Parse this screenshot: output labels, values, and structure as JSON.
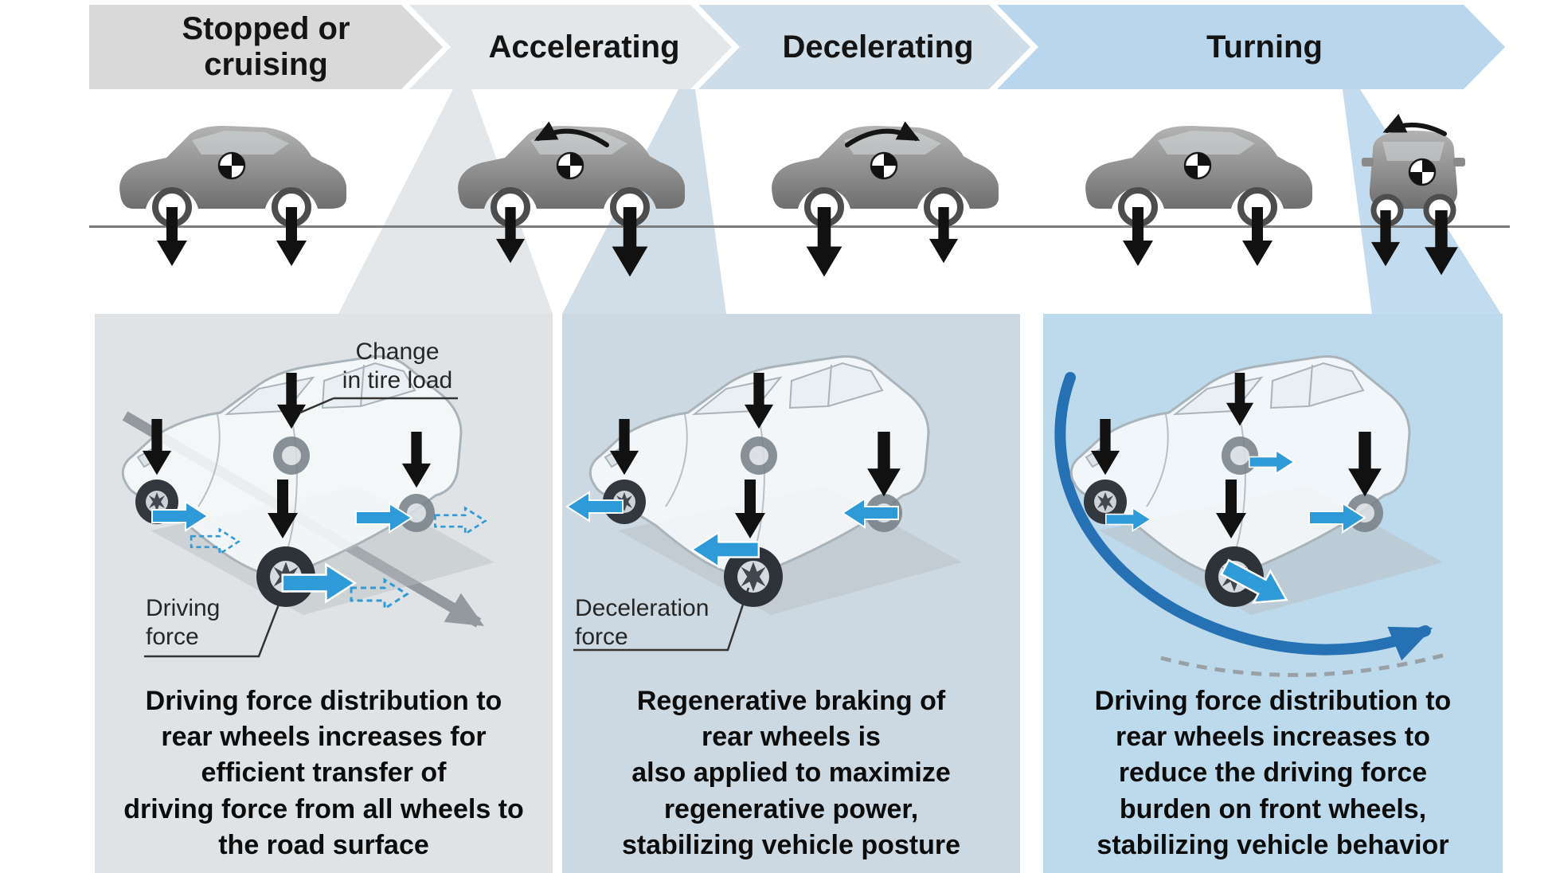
{
  "colors": {
    "accent_blue": "#2f9ad8",
    "swoosh_blue": "#1e6cb0",
    "arrow_black": "#111111",
    "ground_gray": "#7c7c7c",
    "chevron_1": "#d9d9d9",
    "chevron_2": "#e4e7e9",
    "chevron_3": "#cfdde8",
    "chevron_4": "#b9d6ec",
    "panel_1_bg": "#dfe3e6",
    "panel_2_bg": "#ccd9e2",
    "panel_3_bg": "#bdd9ec"
  },
  "flow_steps": [
    {
      "label": "Stopped or\ncruising"
    },
    {
      "label": "Accelerating"
    },
    {
      "label": "Decelerating"
    },
    {
      "label": "Turning"
    }
  ],
  "panels": [
    {
      "tire_load_label": "Change\nin tire load",
      "force_label": "Driving\nforce",
      "caption": [
        "Driving force distribution to",
        "rear wheels increases for",
        "efficient transfer of",
        "driving force from all wheels to",
        "the road surface"
      ]
    },
    {
      "force_label": "Deceleration\nforce",
      "caption": [
        "Regenerative braking of",
        "rear wheels is",
        "also applied to maximize",
        "regenerative power,",
        "stabilizing vehicle posture"
      ]
    },
    {
      "caption": [
        "Driving force distribution to",
        "rear wheels increases to",
        "reduce the driving force",
        "burden on front wheels,",
        "stabilizing vehicle behavior"
      ]
    }
  ]
}
